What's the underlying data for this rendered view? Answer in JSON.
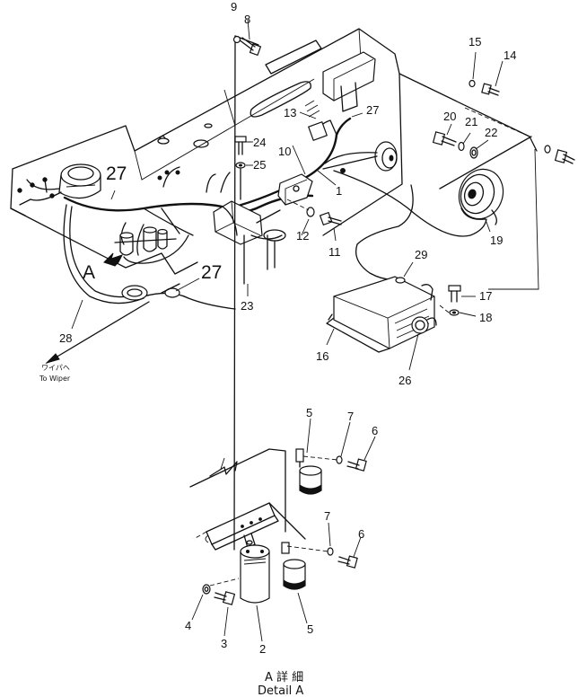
{
  "callouts": {
    "c1": "1",
    "c2": "2",
    "c3": "3",
    "c4": "4",
    "c5a": "5",
    "c5b": "5",
    "c6a": "6",
    "c6b": "6",
    "c7a": "7",
    "c7b": "7",
    "c8": "8",
    "c9": "9",
    "c10": "10",
    "c11": "11",
    "c12": "12",
    "c13": "13",
    "c14": "14",
    "c15": "15",
    "c16": "16",
    "c17": "17",
    "c18": "18",
    "c19": "19",
    "c20": "20",
    "c21": "21",
    "c22": "22",
    "c23": "23",
    "c24": "24",
    "c25": "25",
    "c26": "26",
    "c27a": "27",
    "c27b": "27",
    "c27c": "27",
    "c28": "28",
    "c29": "29"
  },
  "view_marker": "A",
  "wiper_note_jp": "ワイパヘ",
  "wiper_note_en": "To Wiper",
  "detail_caption_jp": "A 詳 細",
  "detail_caption_en": "Detail A"
}
